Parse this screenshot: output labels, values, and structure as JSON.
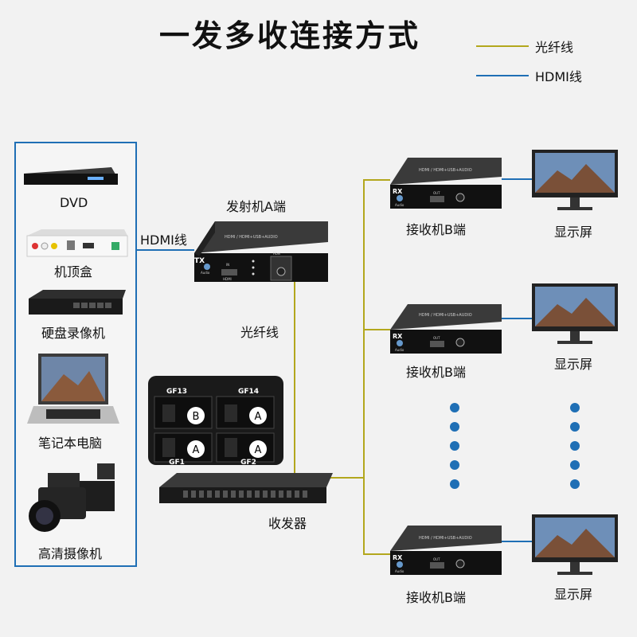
{
  "title": "一发多收连接方式",
  "legend": {
    "fiber_label": "光纤线",
    "hdmi_label": "HDMI线",
    "fiber_color": "#b3a71d",
    "hdmi_color": "#1f6fb5"
  },
  "sources": [
    {
      "label": "DVD",
      "icon": "dvd-player-icon"
    },
    {
      "label": "机顶盒",
      "icon": "set-top-box-icon"
    },
    {
      "label": "硬盘录像机",
      "icon": "dvr-recorder-icon"
    },
    {
      "label": "笔记本电脑",
      "icon": "laptop-icon"
    },
    {
      "label": "高清摄像机",
      "icon": "camcorder-icon"
    }
  ],
  "hdmi_link_label": "HDMI线",
  "transmitter": {
    "label": "发射机A端",
    "tag": "TX",
    "header_text": "HDMI / HDMI+USB+AUDIO",
    "port_in": "IN",
    "port_hdmi": "HDMI",
    "fiber_port": "Fiber",
    "audio": "Audio"
  },
  "fiber_link_label": "光纤线",
  "transceiver": {
    "label": "收发器",
    "ports": [
      {
        "id": "GF13",
        "type": "B"
      },
      {
        "id": "GF14",
        "type": "A"
      },
      {
        "id": "GF1",
        "type": "A"
      },
      {
        "id": "GF2",
        "type": "A"
      }
    ]
  },
  "receivers": [
    {
      "label": "接收机B端",
      "display_label": "显示屏",
      "tag": "RX"
    },
    {
      "label": "接收机B端",
      "display_label": "显示屏",
      "tag": "RX"
    },
    {
      "label": "接收机B端",
      "display_label": "显示屏",
      "tag": "RX"
    }
  ],
  "receiver_device": {
    "header_text": "HDMI / HDMI+USB+AUDIO",
    "port_out": "OUT",
    "audio": "Audio"
  }
}
